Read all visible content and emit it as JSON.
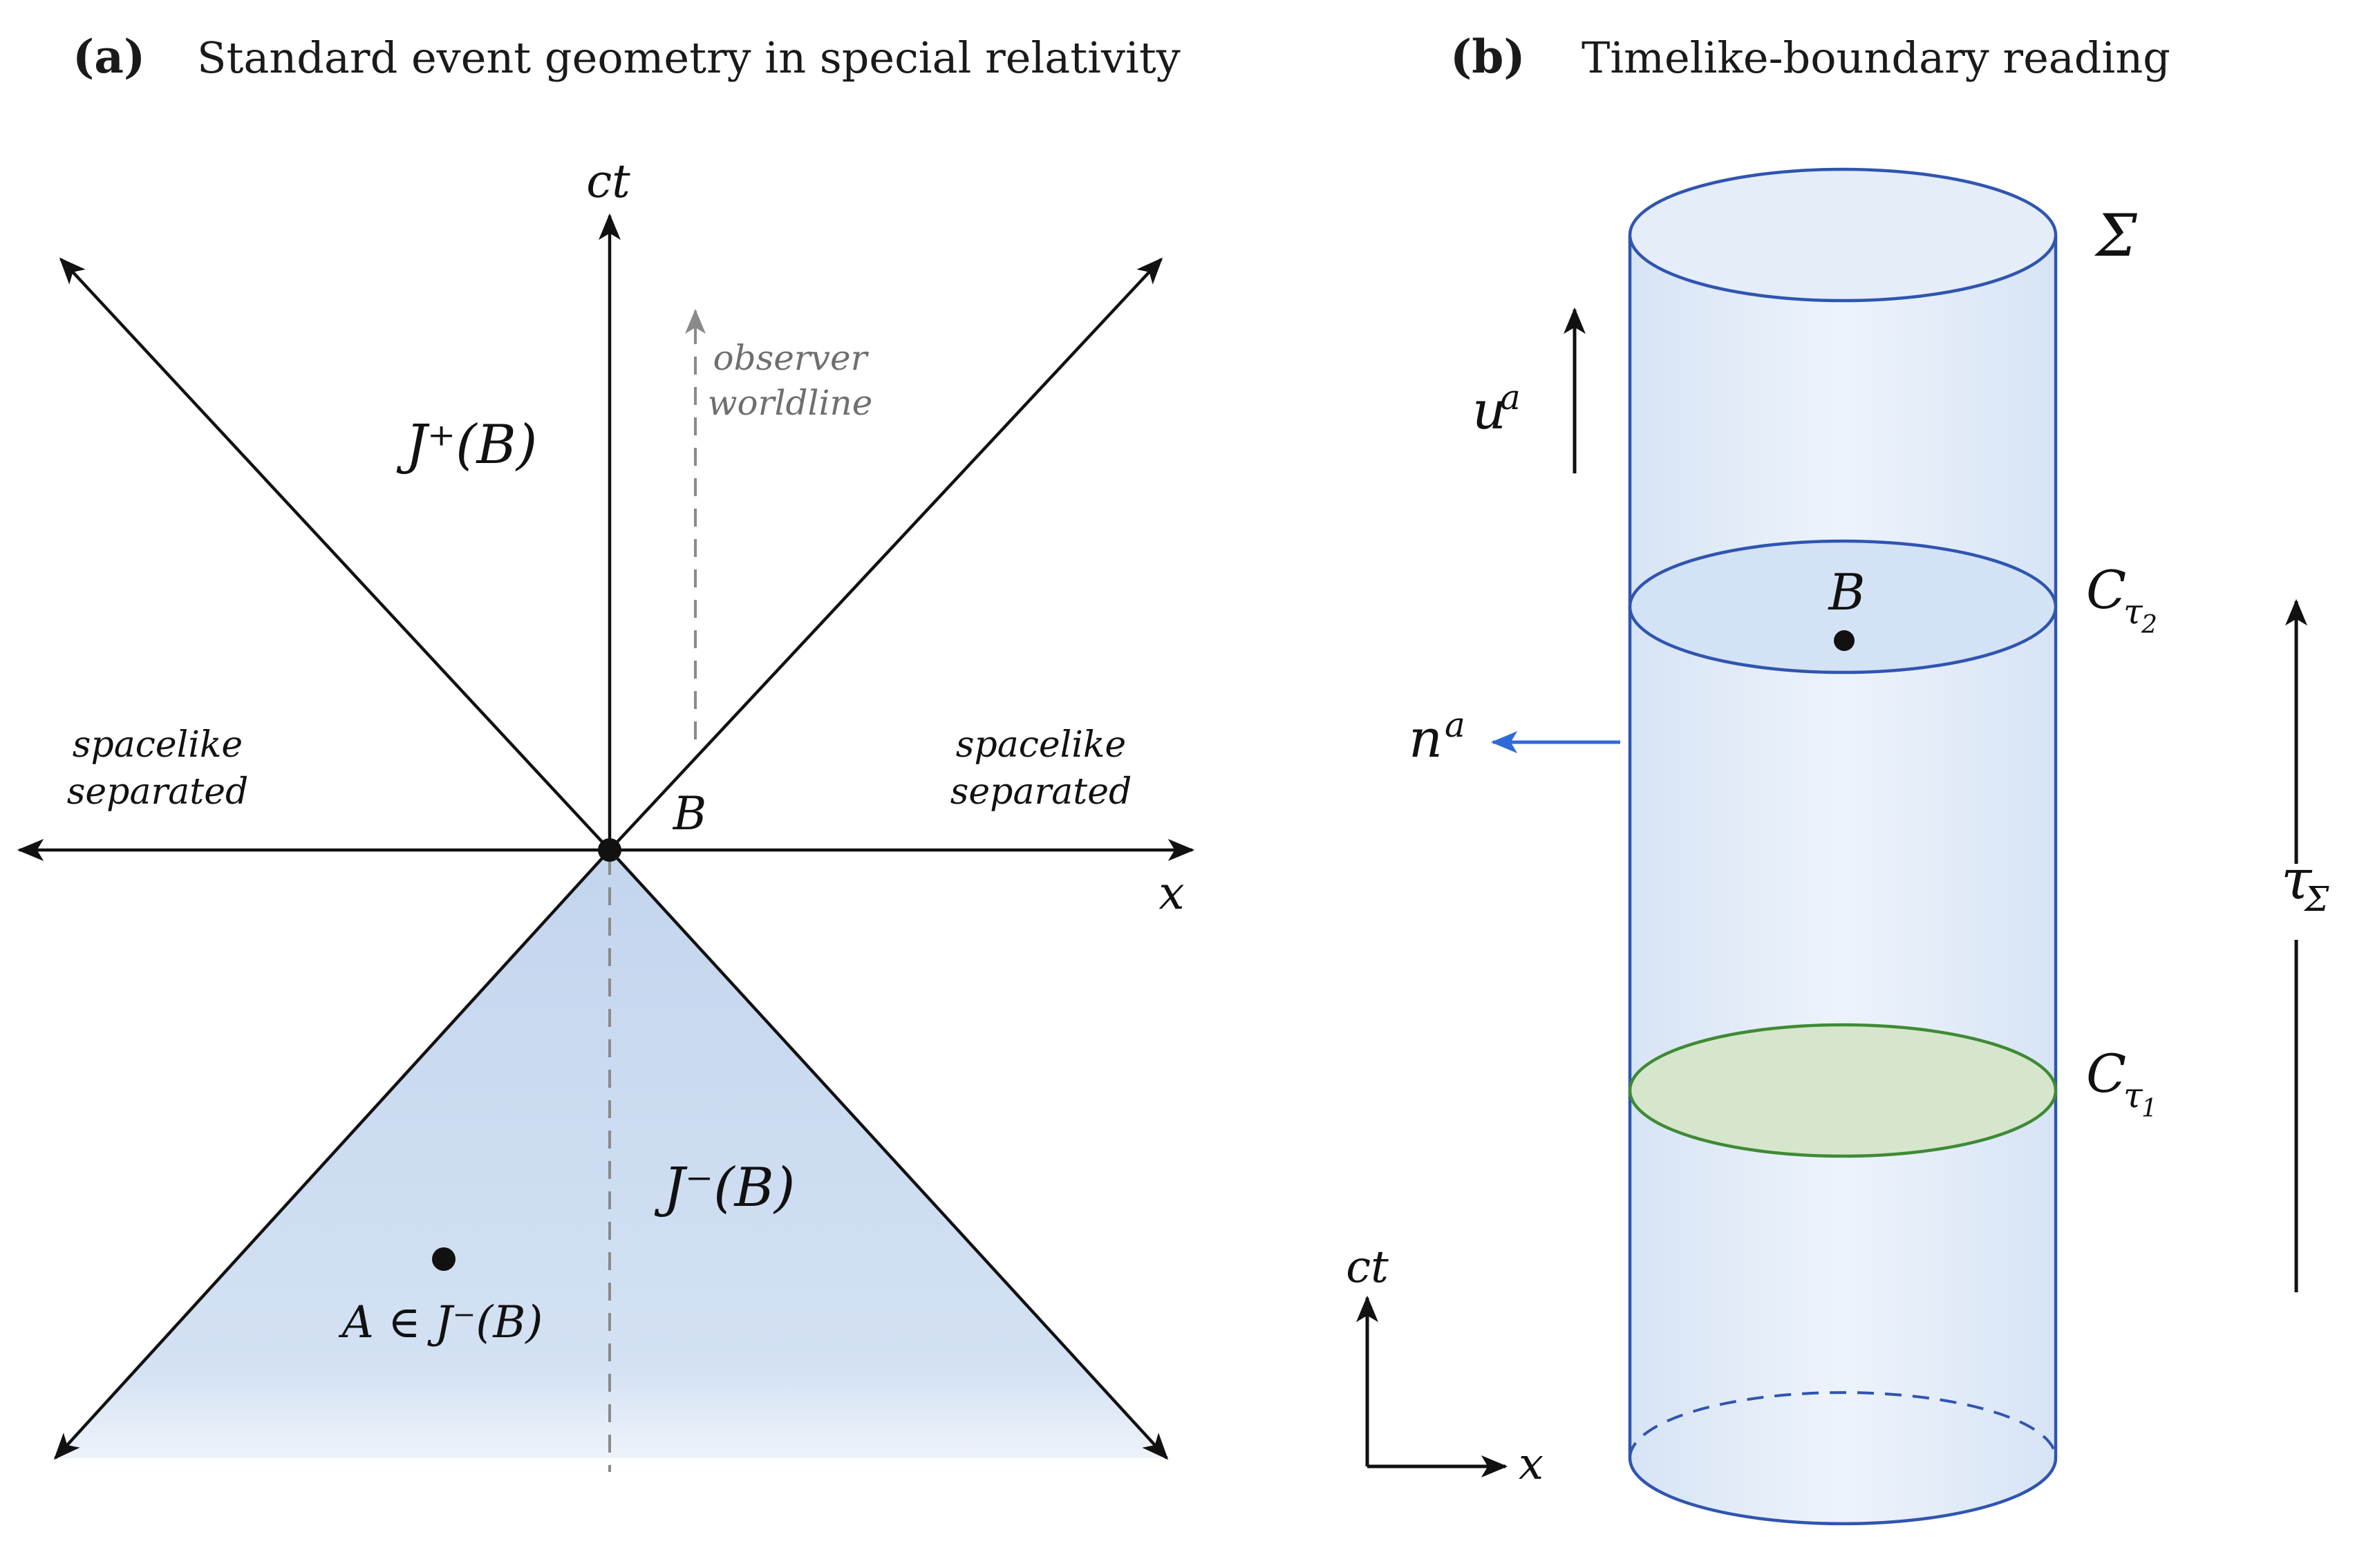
{
  "panel_a": {
    "tag": "(a)",
    "title": "Standard event geometry in special relativity",
    "axis_ct": "ct",
    "axis_x": "x",
    "label_future": "J⁺(B)",
    "label_past": "J⁻(B)",
    "label_event": "B",
    "label_point_a": "A ∈ J⁻(B)",
    "worldline_line1": "observer",
    "worldline_line2": "worldline",
    "spacelike_left_1": "spacelike",
    "spacelike_left_2": "separated",
    "spacelike_right_1": "spacelike",
    "spacelike_right_2": "separated"
  },
  "panel_b": {
    "tag": "(b)",
    "title": "Timelike-boundary reading",
    "label_sigma": "Σ",
    "label_u_base": "u",
    "label_u_sup": "a",
    "label_n_base": "n",
    "label_n_sup": "a",
    "label_b": "B",
    "label_c2_base": "C",
    "label_c2_sub_base": "τ",
    "label_c2_sub_sub": "2",
    "label_c1_base": "C",
    "label_c1_sub_base": "τ",
    "label_c1_sub_sub": "1",
    "label_tau_base": "τ",
    "label_tau_sub": "Σ",
    "axis_ct": "ct",
    "axis_x": "x"
  },
  "colors": {
    "ink": "#111111",
    "cone_fill": "#c9d9ef",
    "boundary_blue": "#2f55b0",
    "normal_arrow": "#2f6bd6",
    "green_slice": "#3f8a35",
    "green_fill": "#d6e6cc",
    "worldline_grey": "#7a7a7a"
  }
}
